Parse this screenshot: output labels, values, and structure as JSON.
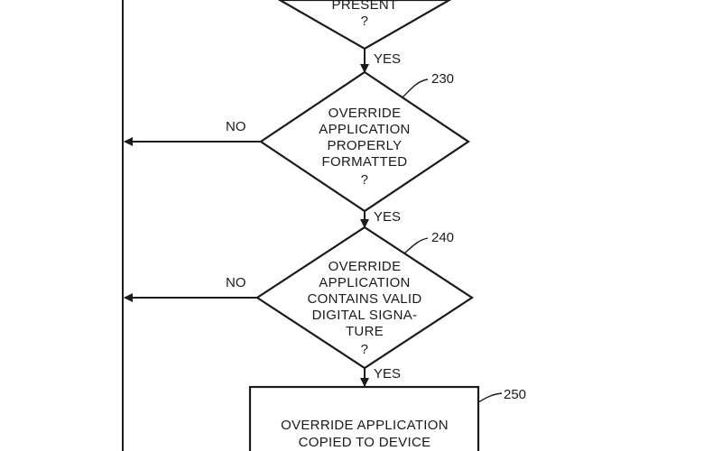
{
  "decisions": {
    "top": {
      "lines": [
        "PRESENT",
        "?"
      ],
      "yes_label": "YES"
    },
    "d230": {
      "ref": "230",
      "lines": [
        "OVERRIDE",
        "APPLICATION",
        "PROPERLY",
        "FORMATTED",
        "?"
      ],
      "no_label": "NO",
      "yes_label": "YES"
    },
    "d240": {
      "ref": "240",
      "lines": [
        "OVERRIDE",
        "APPLICATION",
        "CONTAINS VALID",
        "DIGITAL SIGNA-",
        "TURE",
        "?"
      ],
      "no_label": "NO",
      "yes_label": "YES"
    }
  },
  "process": {
    "p250": {
      "ref": "250",
      "lines": [
        "OVERRIDE APPLICATION",
        "COPIED TO DEVICE"
      ]
    }
  }
}
